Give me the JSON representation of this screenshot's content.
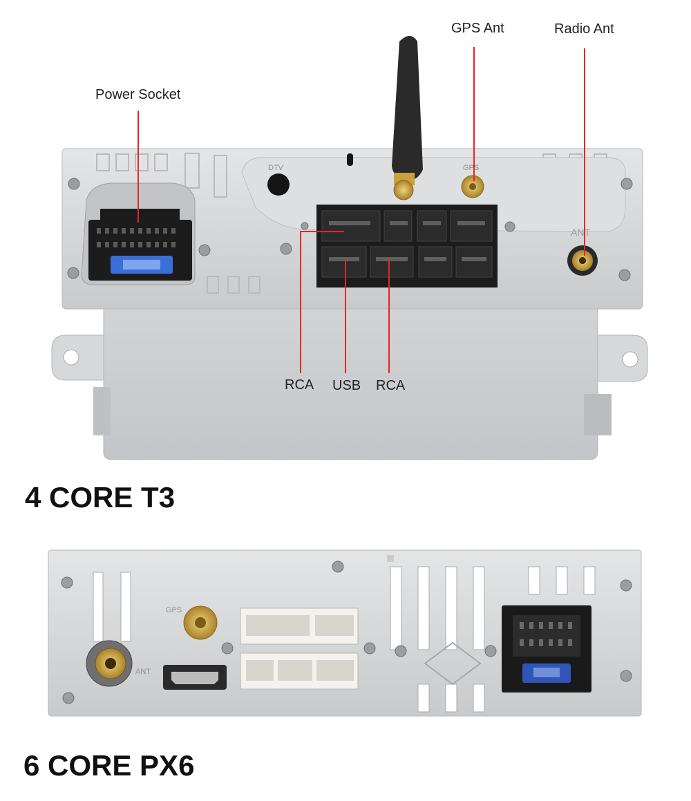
{
  "top_unit": {
    "title": "4 CORE T3",
    "callouts": {
      "power_socket": "Power Socket",
      "gps_ant": "GPS Ant",
      "radio_ant": "Radio Ant",
      "rca_left": "RCA",
      "usb": "USB",
      "rca_right": "RCA"
    },
    "panel_markings": {
      "dtv": "DTV",
      "gps": "GPS",
      "ant": "ANT"
    }
  },
  "bottom_unit": {
    "title": "6 CORE PX6",
    "panel_markings": {
      "gps": "GPS",
      "ant": "ANT"
    }
  },
  "colors": {
    "callout_line": "#e0282a",
    "chassis": "#d9dadb",
    "connector_block": "#1c1c1c",
    "fuse": "#3a6fd8",
    "gold_connector": "#c9a33a"
  }
}
